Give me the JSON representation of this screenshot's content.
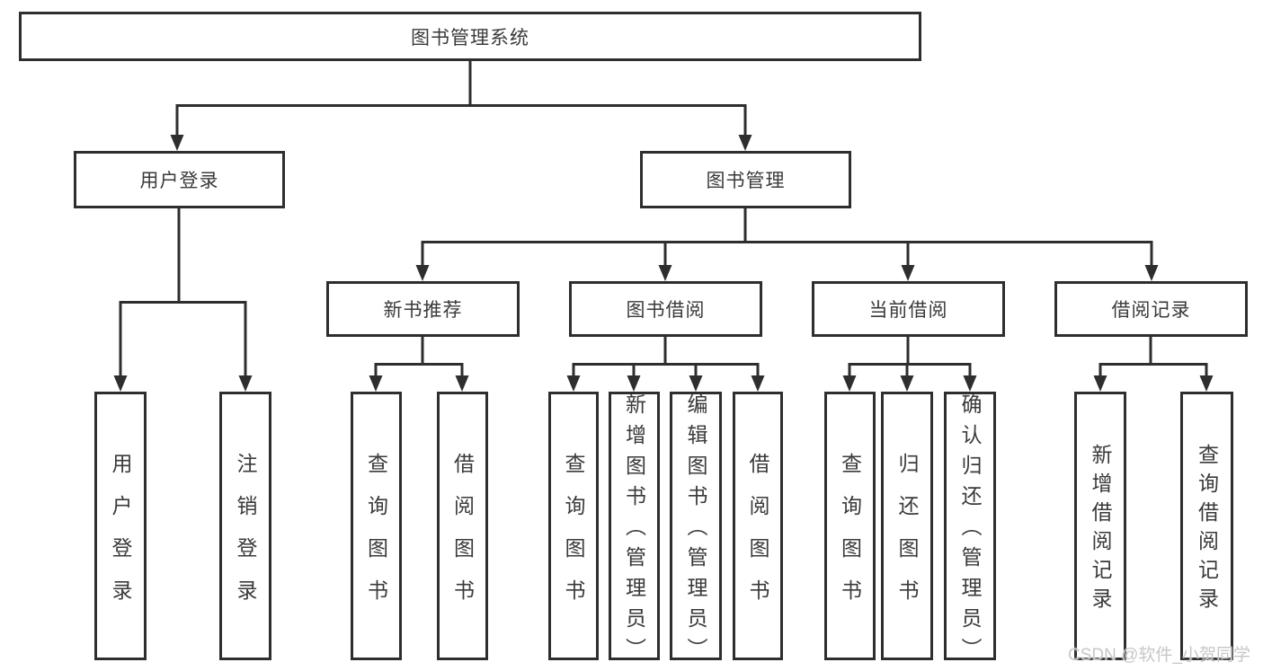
{
  "diagram": {
    "colors": {
      "line": "#2e2e2e",
      "box_border": "#2e2e2e",
      "text": "#3a3a3a",
      "watermark": "#c7c7c7",
      "background": "#ffffff"
    },
    "nodes": {
      "root": {
        "label": "图书管理系统"
      },
      "user_login": {
        "label": "用户登录"
      },
      "book_mgmt": {
        "label": "图书管理"
      },
      "new_book_rec": {
        "label": "新书推荐"
      },
      "book_borrow": {
        "label": "图书借阅"
      },
      "current_borrow": {
        "label": "当前借阅"
      },
      "borrow_records": {
        "label": "借阅记录"
      },
      "leaf_user_login": {
        "label": "用户登录"
      },
      "leaf_logout": {
        "label": "注销登录"
      },
      "leaf_rec_query_book": {
        "label": "查询图书"
      },
      "leaf_rec_borrow_book": {
        "label": "借阅图书"
      },
      "leaf_bb_query_book": {
        "label": "查询图书"
      },
      "leaf_bb_add_book": {
        "label": "新增图书（管理员）"
      },
      "leaf_bb_edit_book": {
        "label": "编辑图书（管理员）"
      },
      "leaf_bb_borrow_book": {
        "label": "借阅图书"
      },
      "leaf_cur_query_book": {
        "label": "查询图书"
      },
      "leaf_cur_return_book": {
        "label": "归还图书"
      },
      "leaf_cur_confirm_return": {
        "label": "确认归还（管理员）"
      },
      "leaf_rec_add_record": {
        "label": "新增借阅记录"
      },
      "leaf_rec_query_record": {
        "label": "查询借阅记录"
      }
    },
    "watermark": "CSDN @软件_小贺同学"
  }
}
